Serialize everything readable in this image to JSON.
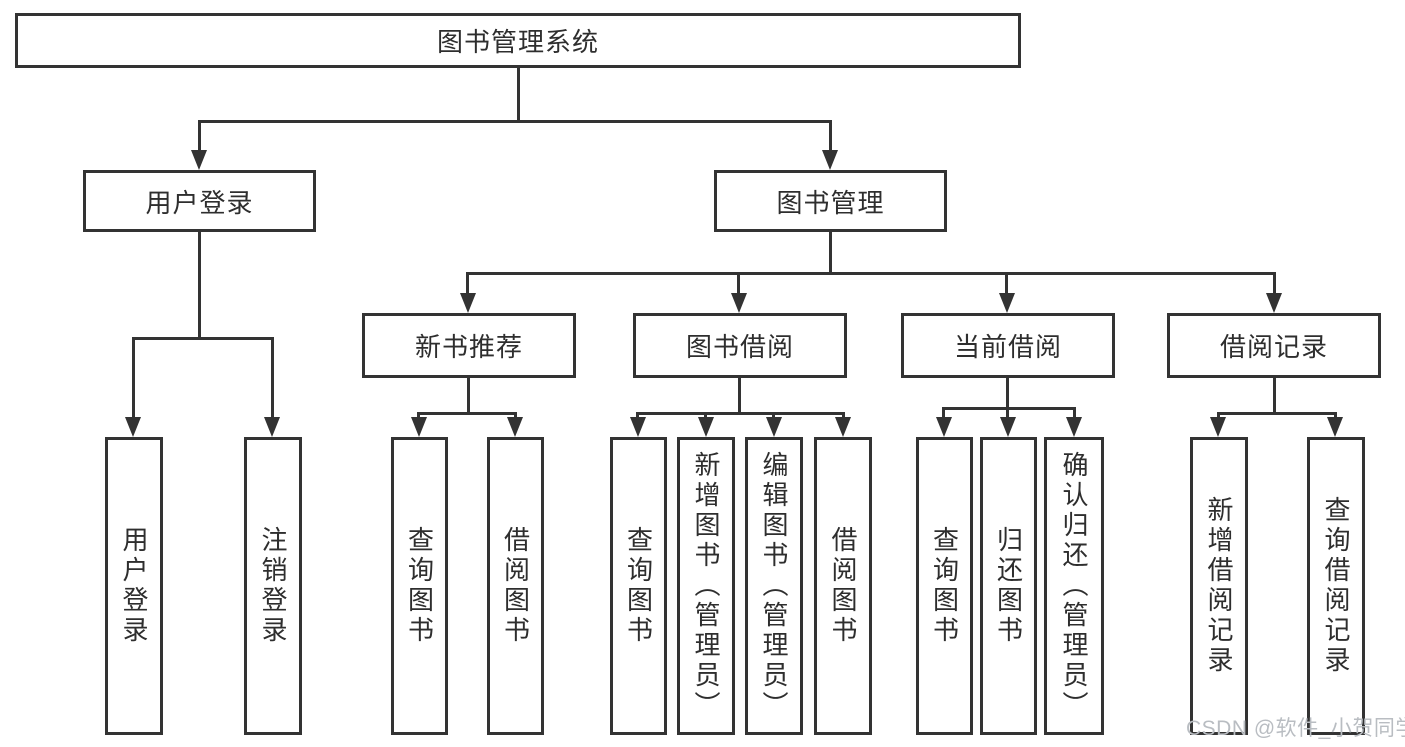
{
  "diagram_type": "hierarchy-tree",
  "colors": {
    "line": "#333333",
    "box_border": "#333333",
    "box_background": "#ffffff",
    "text": "#2e2e2e",
    "watermark": "#b9bdc2",
    "page_background": "#ffffff"
  },
  "tree": {
    "root": {
      "label": "图书管理系统",
      "children": [
        {
          "label": "用户登录",
          "children": [
            {
              "label": "用户登录"
            },
            {
              "label": "注销登录"
            }
          ]
        },
        {
          "label": "图书管理",
          "children": [
            {
              "label": "新书推荐",
              "children": [
                {
                  "label": "查询图书"
                },
                {
                  "label": "借阅图书"
                }
              ]
            },
            {
              "label": "图书借阅",
              "children": [
                {
                  "label": "查询图书"
                },
                {
                  "label": "新增图书（管理员）"
                },
                {
                  "label": "编辑图书（管理员）"
                },
                {
                  "label": "借阅图书"
                }
              ]
            },
            {
              "label": "当前借阅",
              "children": [
                {
                  "label": "查询图书"
                },
                {
                  "label": "归还图书"
                },
                {
                  "label": "确认归还（管理员）"
                }
              ]
            },
            {
              "label": "借阅记录",
              "children": [
                {
                  "label": "新增借阅记录"
                },
                {
                  "label": "查询借阅记录"
                }
              ]
            }
          ]
        }
      ]
    }
  },
  "watermark": {
    "text": "CSDN @软件_小贺同学"
  }
}
